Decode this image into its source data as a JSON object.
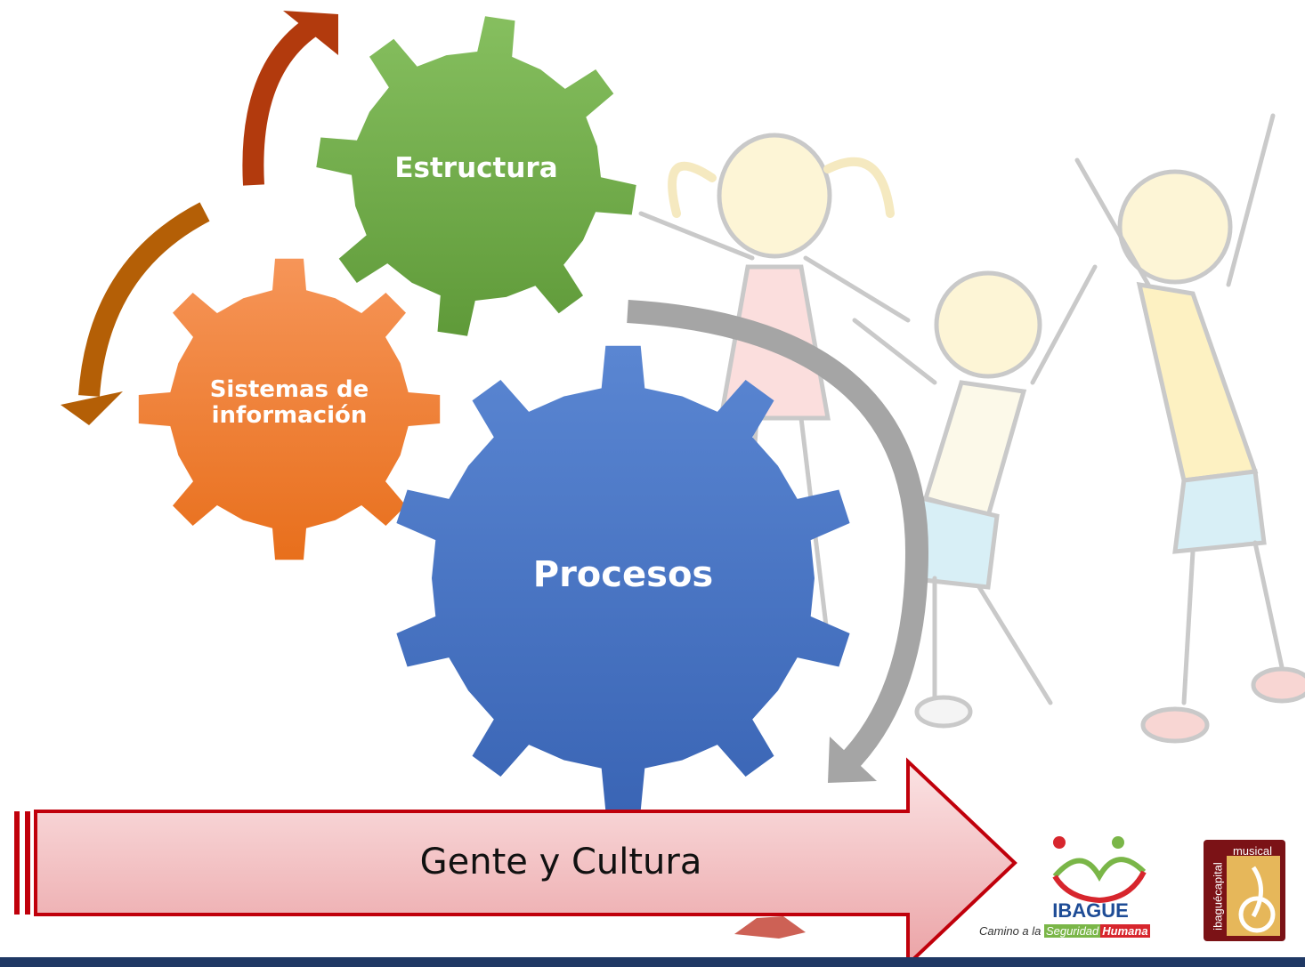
{
  "diagram": {
    "gears": [
      {
        "id": "estructura",
        "label": "Estructura",
        "color": "#70ad47"
      },
      {
        "id": "sistemas",
        "label": "Sistemas de información",
        "color": "#ed7d31"
      },
      {
        "id": "procesos",
        "label": "Procesos",
        "color": "#4472c4"
      }
    ],
    "cycle_arrows": {
      "top_color": "#b23a0d",
      "left_color": "#b45f06",
      "right_color": "#a5a5a5"
    },
    "banner": {
      "label": "Gente y Cultura",
      "fill": "#f2c5c8",
      "border": "#c0000b"
    }
  },
  "background": {
    "icon": "children-drawing-icon"
  },
  "logos": {
    "ibague": {
      "name": "IBAGUE",
      "slogan_prefix": "Camino a la ",
      "slogan_seguridad": "Seguridad",
      "slogan_humana": "Humana"
    },
    "musical": {
      "word_top": "musical",
      "word_side": "ibaguécapital"
    }
  },
  "footer": {
    "color": "#1f3864"
  }
}
